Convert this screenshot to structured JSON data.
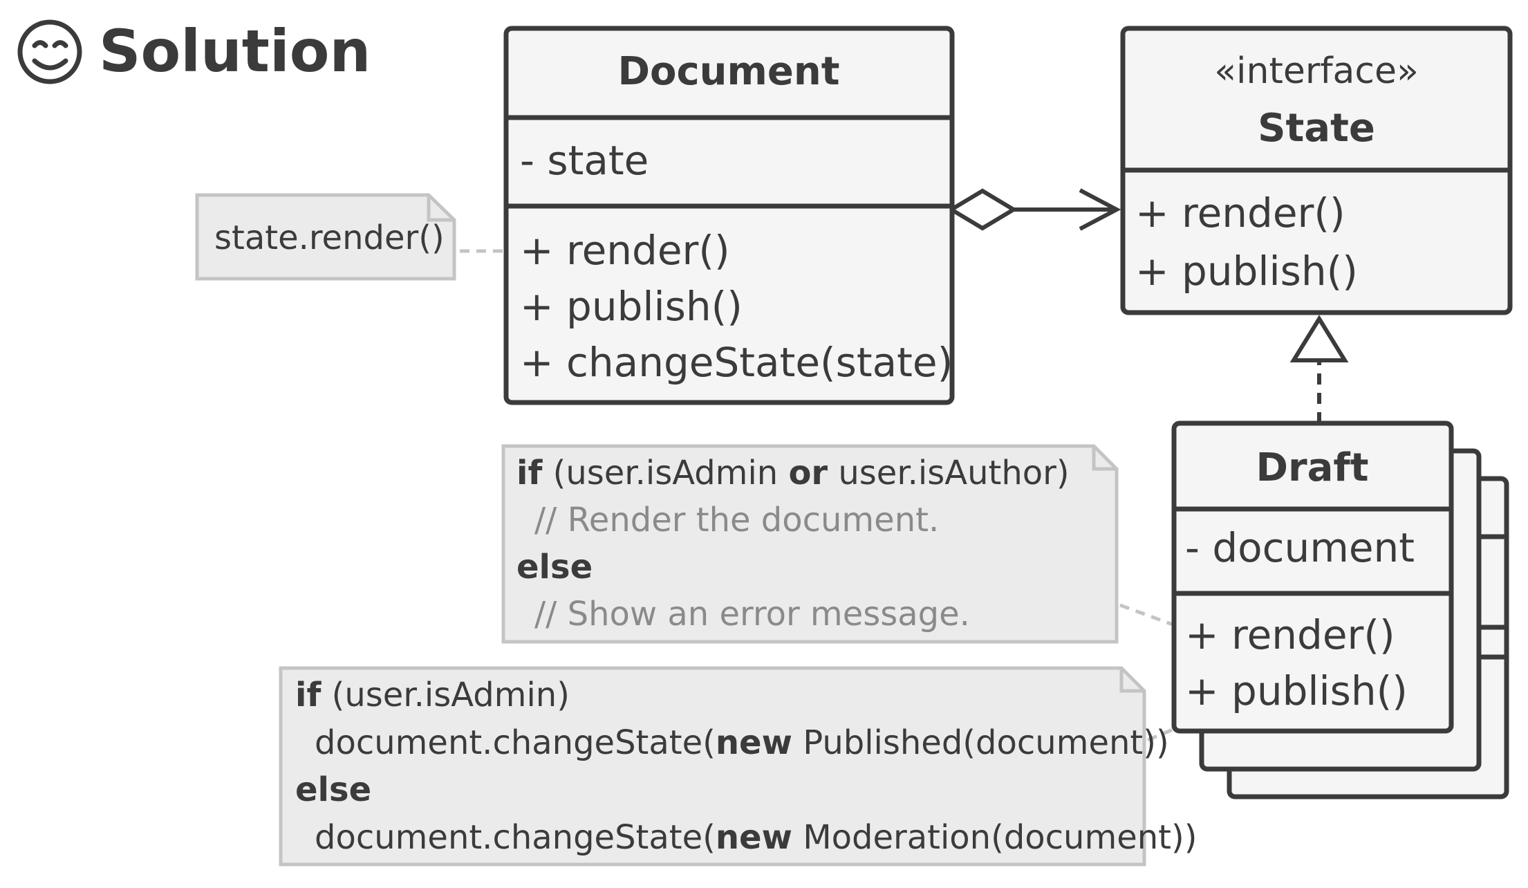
{
  "header": {
    "icon": "smiling-face-icon",
    "title": "Solution"
  },
  "classes": {
    "document": {
      "name": "Document",
      "fields": [
        "- state"
      ],
      "methods": [
        "+ render()",
        "+ publish()",
        "+ changeState(state)"
      ]
    },
    "state": {
      "stereotype": "«interface»",
      "name": "State",
      "methods": [
        "+ render()",
        "+ publish()"
      ]
    },
    "draft": {
      "name": "Draft",
      "fields": [
        "- document"
      ],
      "methods": [
        "+ render()",
        "+ publish()"
      ]
    }
  },
  "notes": {
    "document_render": {
      "text": "state.render()"
    },
    "draft_render": {
      "line1": {
        "kw1": "if",
        "a": " (user.isAdmin ",
        "kw2": "or",
        "b": " user.isAuthor)"
      },
      "line2": "// Render the document.",
      "line3": "else",
      "line4": "// Show an error message."
    },
    "draft_publish": {
      "line1": {
        "kw": "if",
        "rest": " (user.isAdmin)"
      },
      "line2": {
        "a": "document.changeState(",
        "kw": "new",
        "b": " Published(document))"
      },
      "line3": "else",
      "line4": {
        "a": "document.changeState(",
        "kw": "new",
        "b": " Moderation(document))"
      }
    }
  },
  "colors": {
    "stroke": "#3b3b3b",
    "class_fill": "#f5f5f5",
    "note_fill": "#ebebeb",
    "note_stroke": "#c4c4c4",
    "comment": "#8a8a8a"
  }
}
